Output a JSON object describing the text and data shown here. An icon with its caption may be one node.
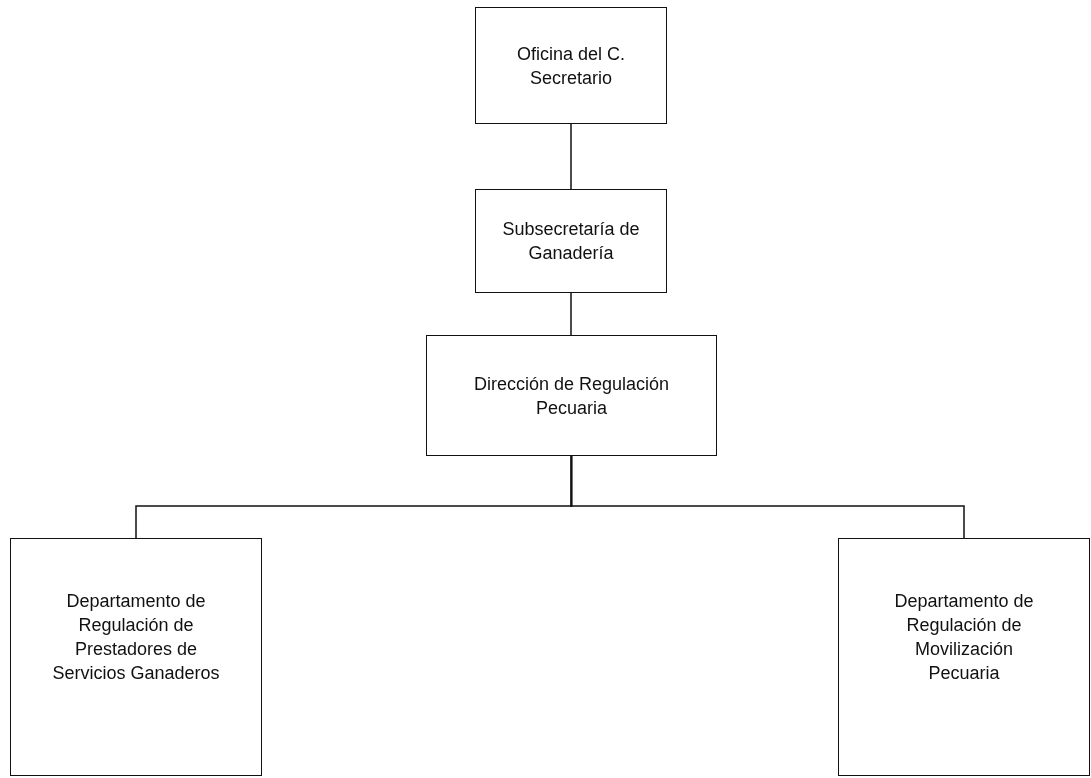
{
  "diagram": {
    "nodes": [
      {
        "text": [
          "Oficina del C. Secretario"
        ]
      },
      {
        "text": [
          "Subsecretaría de Ganadería"
        ]
      },
      {
        "text": [
          "Dirección de Regulación Pecuaria"
        ]
      },
      {
        "text": [
          "Departamento de Regulación de Prestadores de Servicios Ganaderos"
        ]
      },
      {
        "text": [
          "Departamento de Regulación de Movilización Pecuaria"
        ]
      }
    ],
    "edges": [
      {
        "from": 0,
        "to": 1,
        "arrow": "none"
      },
      {
        "from": 1,
        "to": 2,
        "arrow": "none"
      },
      {
        "from": 2,
        "to": 3,
        "arrow": "none"
      },
      {
        "from": 2,
        "to": 4,
        "arrow": "none"
      }
    ]
  }
}
